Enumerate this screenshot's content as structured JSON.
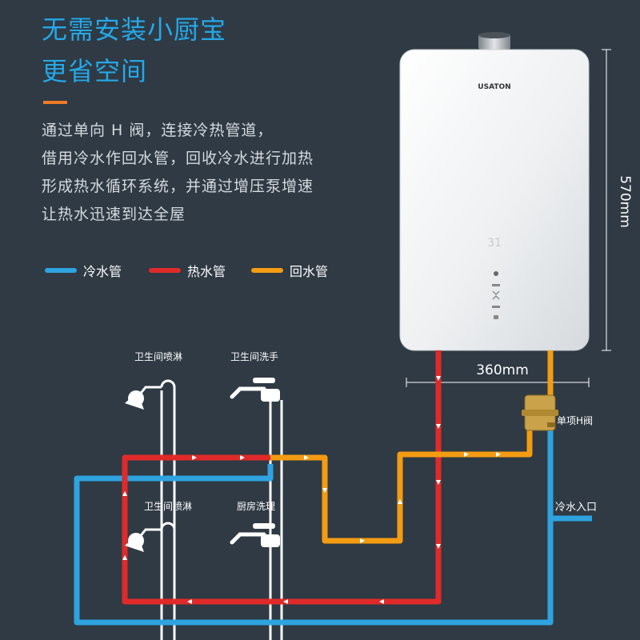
{
  "headline": {
    "line1": "无需安装小厨宝",
    "line2": "更省空间"
  },
  "description": [
    "通过单向 H 阀，连接冷热管道，",
    "借用冷水作回水管，回收冷水进行加热",
    "形成热水循环系统，并通过增压泵增速",
    "让热水迅速到达全屋"
  ],
  "legend": [
    {
      "label": "冷水管",
      "color": "#2ea3df"
    },
    {
      "label": "热水管",
      "color": "#e02a2a"
    },
    {
      "label": "回水管",
      "color": "#f39c12"
    }
  ],
  "heater": {
    "brand": "USATON",
    "display_text": "31",
    "height_label": "570mm",
    "width_label": "360mm"
  },
  "fixtures": {
    "bathroom_shower_top": "卫生间喷淋",
    "bathroom_sink": "卫生间洗手",
    "bathroom_shower_bottom": "卫生间喷淋",
    "kitchen_sink": "厨房洗理"
  },
  "valve_label": "单项H阀",
  "cold_inlet_label": "冷水入口",
  "colors": {
    "background": "#2f3a44",
    "headline": "#25a8e8",
    "accent": "#f07b26",
    "cold": "#2ea3df",
    "hot": "#e02a2a",
    "return": "#f39c12"
  }
}
